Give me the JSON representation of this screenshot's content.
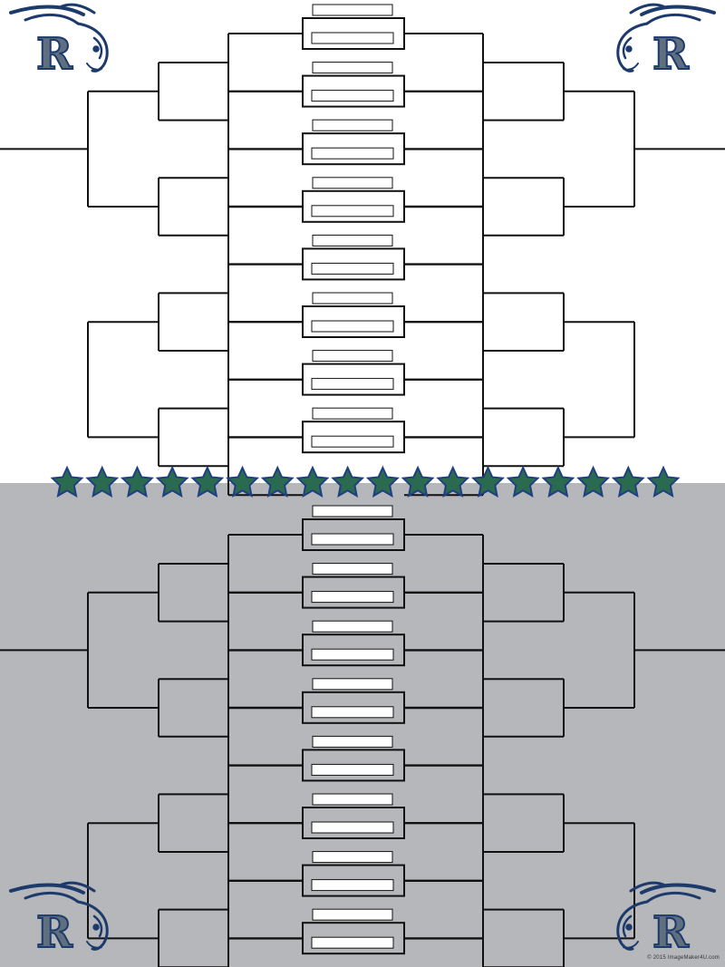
{
  "page": {
    "top_section_color": "#ffffff",
    "bottom_section_color": "#b6b7ba",
    "line_color": "#111111"
  },
  "logo": {
    "icon": "panther-r-logo-icon",
    "letter": "R",
    "letter_color": "#5f6f7f",
    "stroke_color": "#1c3a6b"
  },
  "divider": {
    "icon": "star-icon",
    "star_count": 18,
    "star_fill": "#2a6a4e",
    "star_stroke": "#1f3f82"
  },
  "brackets": [
    {
      "name": "top-bracket",
      "entrants": 16,
      "slot_count": 8
    },
    {
      "name": "bottom-bracket",
      "entrants": 16,
      "slot_count": 8
    }
  ],
  "footer": {
    "copyright": "© 2015 ImageMaker4U.com"
  }
}
